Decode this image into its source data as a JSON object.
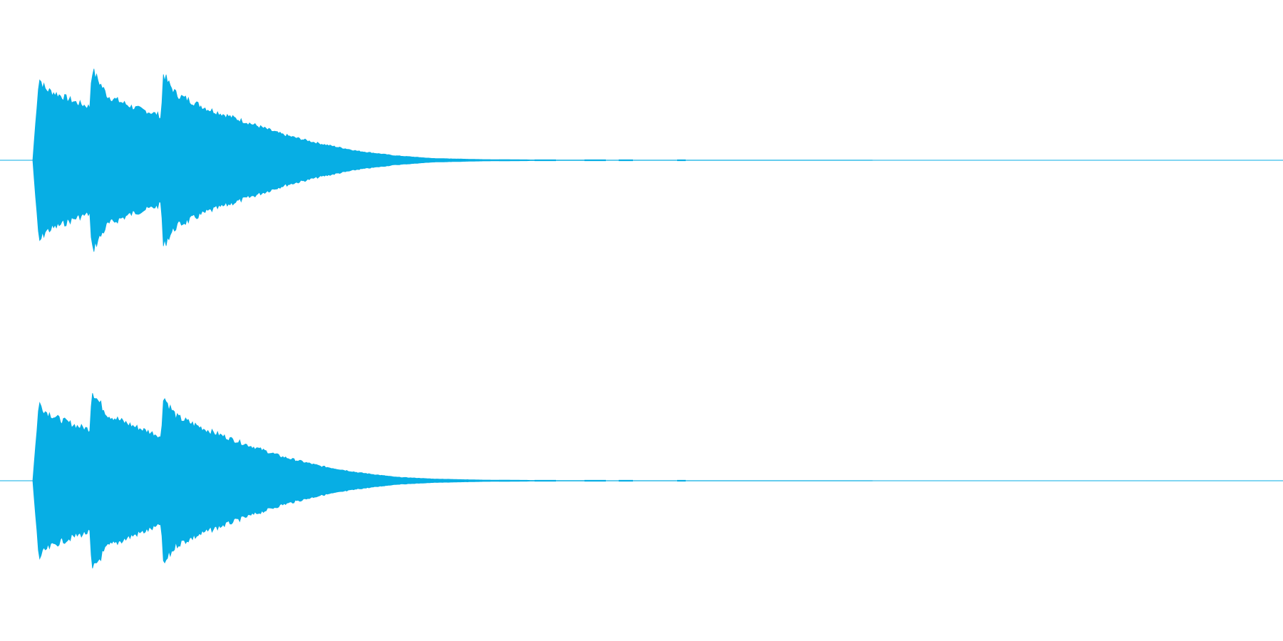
{
  "waveform": {
    "color": "#07aee4",
    "background": "#ffffff",
    "channels": [
      {
        "name": "",
        "peak_envelope": [
          {
            "t": 0.0,
            "a": 0.0
          },
          {
            "t": 0.005,
            "a": 0.9
          },
          {
            "t": 0.01,
            "a": 0.78
          },
          {
            "t": 0.02,
            "a": 0.72
          },
          {
            "t": 0.035,
            "a": 0.63
          },
          {
            "t": 0.046,
            "a": 0.58
          },
          {
            "t": 0.047,
            "a": 1.0
          },
          {
            "t": 0.052,
            "a": 0.88
          },
          {
            "t": 0.06,
            "a": 0.7
          },
          {
            "t": 0.08,
            "a": 0.58
          },
          {
            "t": 0.1,
            "a": 0.5
          },
          {
            "t": 0.103,
            "a": 0.46
          },
          {
            "t": 0.104,
            "a": 0.96
          },
          {
            "t": 0.108,
            "a": 0.85
          },
          {
            "t": 0.115,
            "a": 0.72
          },
          {
            "t": 0.14,
            "a": 0.56
          },
          {
            "t": 0.17,
            "a": 0.42
          },
          {
            "t": 0.2,
            "a": 0.28
          },
          {
            "t": 0.23,
            "a": 0.18
          },
          {
            "t": 0.26,
            "a": 0.1
          },
          {
            "t": 0.29,
            "a": 0.05
          },
          {
            "t": 0.32,
            "a": 0.02
          },
          {
            "t": 0.36,
            "a": 0.008
          },
          {
            "t": 0.4,
            "a": 0.004
          },
          {
            "t": 0.44,
            "a": 0.002
          },
          {
            "t": 1.0,
            "a": 0.0
          }
        ]
      },
      {
        "name": "",
        "peak_envelope": [
          {
            "t": 0.0,
            "a": 0.0
          },
          {
            "t": 0.005,
            "a": 0.85
          },
          {
            "t": 0.01,
            "a": 0.76
          },
          {
            "t": 0.02,
            "a": 0.68
          },
          {
            "t": 0.035,
            "a": 0.6
          },
          {
            "t": 0.046,
            "a": 0.56
          },
          {
            "t": 0.047,
            "a": 1.0
          },
          {
            "t": 0.052,
            "a": 0.88
          },
          {
            "t": 0.06,
            "a": 0.72
          },
          {
            "t": 0.08,
            "a": 0.6
          },
          {
            "t": 0.1,
            "a": 0.5
          },
          {
            "t": 0.103,
            "a": 0.46
          },
          {
            "t": 0.104,
            "a": 0.94
          },
          {
            "t": 0.108,
            "a": 0.84
          },
          {
            "t": 0.115,
            "a": 0.7
          },
          {
            "t": 0.14,
            "a": 0.55
          },
          {
            "t": 0.17,
            "a": 0.4
          },
          {
            "t": 0.2,
            "a": 0.26
          },
          {
            "t": 0.23,
            "a": 0.16
          },
          {
            "t": 0.26,
            "a": 0.09
          },
          {
            "t": 0.29,
            "a": 0.04
          },
          {
            "t": 0.32,
            "a": 0.02
          },
          {
            "t": 0.36,
            "a": 0.008
          },
          {
            "t": 0.4,
            "a": 0.004
          },
          {
            "t": 0.44,
            "a": 0.002
          },
          {
            "t": 1.0,
            "a": 0.0
          }
        ]
      }
    ]
  }
}
